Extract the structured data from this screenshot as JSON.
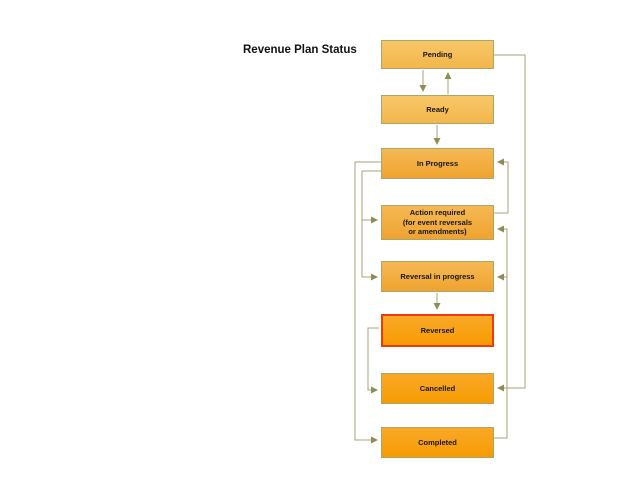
{
  "title": "Revenue Plan Status",
  "diagram": {
    "type": "flowchart",
    "nodes": [
      {
        "id": "pending",
        "label": "Pending",
        "tier": "light",
        "highlighted": false
      },
      {
        "id": "ready",
        "label": "Ready",
        "tier": "light",
        "highlighted": false
      },
      {
        "id": "in-progress",
        "label": "In Progress",
        "tier": "mid",
        "highlighted": false
      },
      {
        "id": "action-required",
        "label": "Action required\n(for event reversals\nor amendments)",
        "tier": "mid",
        "highlighted": false
      },
      {
        "id": "reversal-in-progress",
        "label": "Reversal in progress",
        "tier": "mid",
        "highlighted": false
      },
      {
        "id": "reversed",
        "label": "Reversed",
        "tier": "dark",
        "highlighted": true
      },
      {
        "id": "cancelled",
        "label": "Cancelled",
        "tier": "dark",
        "highlighted": false
      },
      {
        "id": "completed",
        "label": "Completed",
        "tier": "dark",
        "highlighted": false
      }
    ],
    "edges": [
      {
        "from": "pending",
        "to": "ready"
      },
      {
        "from": "ready",
        "to": "pending"
      },
      {
        "from": "ready",
        "to": "in-progress"
      },
      {
        "from": "action-required",
        "to": "in-progress"
      },
      {
        "from": "in-progress",
        "to": "action-required"
      },
      {
        "from": "in-progress",
        "to": "reversal-in-progress"
      },
      {
        "from": "in-progress",
        "to": "completed"
      },
      {
        "from": "completed",
        "to": "action-required"
      },
      {
        "from": "completed",
        "to": "reversal-in-progress"
      },
      {
        "from": "reversal-in-progress",
        "to": "reversed"
      },
      {
        "from": "reversed",
        "to": "cancelled"
      },
      {
        "from": "pending",
        "to": "cancelled"
      }
    ],
    "colors": {
      "tier_light_top": "#F8C768",
      "tier_light_bottom": "#F3B64B",
      "tier_mid_top": "#F6B954",
      "tier_mid_bottom": "#EFA32F",
      "tier_dark_top": "#F9A928",
      "tier_dark_bottom": "#F79B02",
      "node_border": "#A9A56B",
      "highlight_border": "#ED3A13",
      "connector": "#A6A377",
      "arrowhead": "#8F8D52",
      "text": "#161616",
      "background": "#FFFFFF"
    }
  }
}
